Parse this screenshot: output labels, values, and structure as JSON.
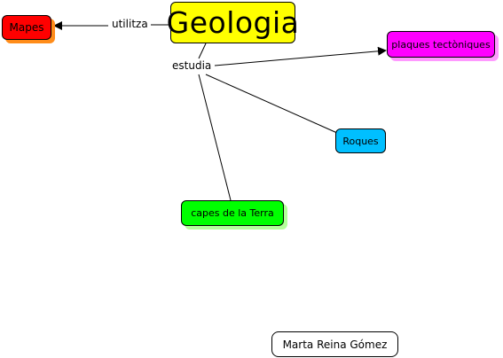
{
  "concept_map": {
    "main_concept": "Geologia",
    "link_utilitza": "utilitza",
    "link_estudia": "estudia",
    "node_mapes": "Mapes",
    "node_plaques": "plaques tectòniques",
    "node_roques": "Roques",
    "node_capes": "capes de la Terra",
    "author": "Marta Reina Gómez"
  },
  "colors": {
    "main": "#ffff00",
    "mapes": "#ff0000",
    "mapes_shadow": "#ff8c1a",
    "plaques": "#ff00ff",
    "plaques_shadow": "#ff99ff",
    "roques": "#00bfff",
    "capes": "#00ff00",
    "capes_shadow": "#b3ff99",
    "author": "#ffffff"
  }
}
